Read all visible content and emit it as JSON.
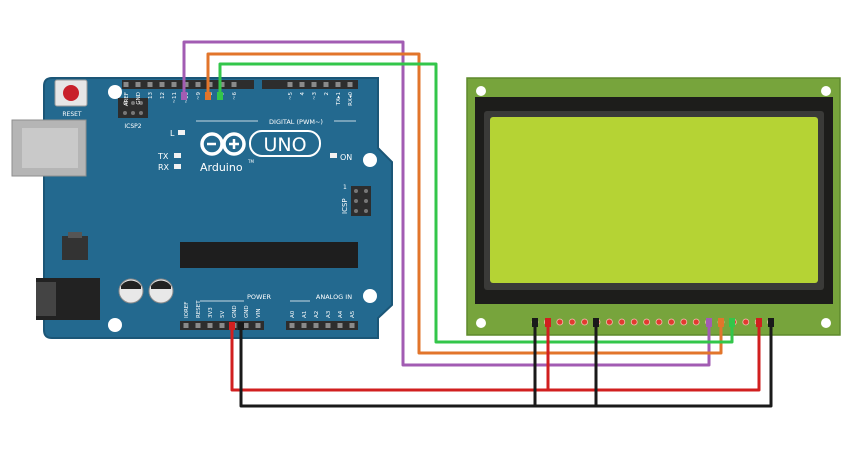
{
  "arduino": {
    "reset_label": "RESET",
    "icsp2_label": "ICSP2",
    "icsp_label": "ICSP",
    "l_label": "L",
    "tx_label": "TX",
    "rx_label": "RX",
    "on_label": "ON",
    "logo_uno": "UNO",
    "logo_brand": "Arduino",
    "logo_tm": "TM",
    "digital_label": "DIGITAL (PWM~)",
    "power_label": "POWER",
    "analog_label": "ANALOG IN",
    "icsp_pin1": "1",
    "digital_pins": [
      "AREF",
      "GND",
      "13",
      "12",
      "~11",
      "~10",
      "~9",
      "8",
      "7",
      "~6",
      "~5",
      "4",
      "~3",
      "2",
      "TX▸1",
      "RX◂0"
    ],
    "power_pins": [
      "IOREF",
      "RESET",
      "3V3",
      "5V",
      "GND",
      "GND",
      "VIN"
    ],
    "analog_pins": [
      "A0",
      "A1",
      "A2",
      "A3",
      "A4",
      "A5"
    ]
  },
  "lcd": {
    "pin_count": 20,
    "screen_color": "#b5d334",
    "bezel_color": "#1d1d1b",
    "pcb_color": "#77a43c"
  },
  "wires": {
    "colors": {
      "purple": "#a25cb3",
      "orange": "#e2752b",
      "green": "#33c64a",
      "red": "#d11f1f",
      "black": "#1a1a1a"
    }
  },
  "colors": {
    "arduino_board": "#23698f",
    "arduino_board_edge": "#1b5677",
    "header": "#2d2d2d"
  }
}
